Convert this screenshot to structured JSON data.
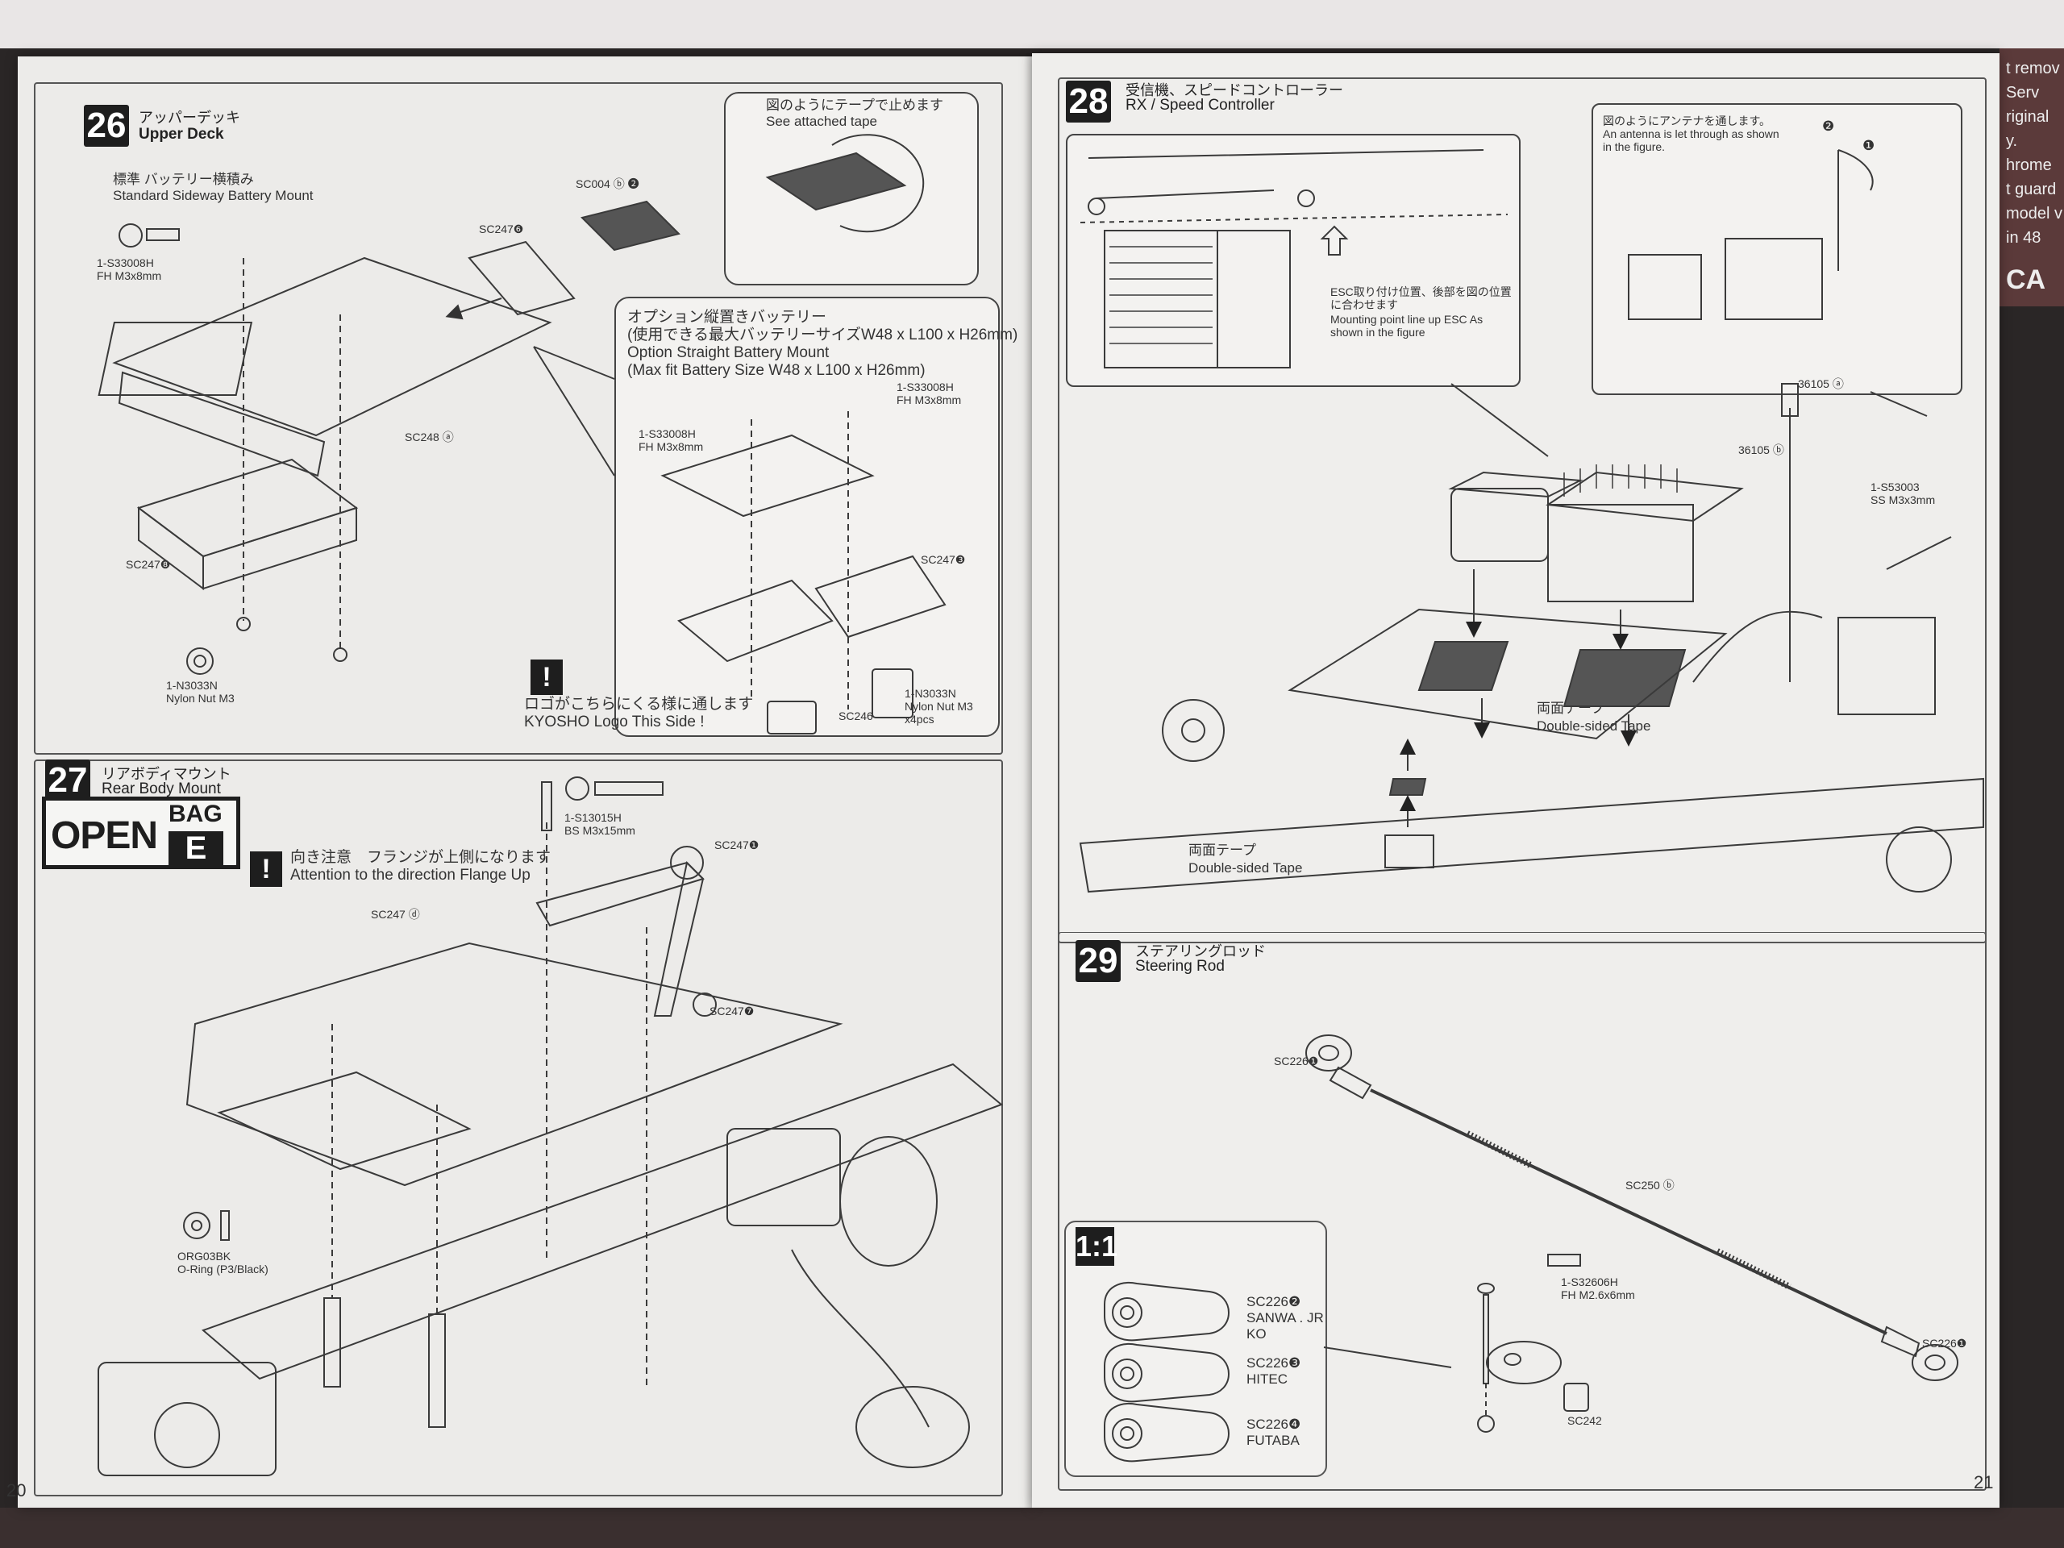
{
  "colors": {
    "ink": "#2b2b2b",
    "paper": "#ecebe9",
    "tape": "#555555",
    "black_block": "#1e1e1e"
  },
  "page_left": {
    "number": "20"
  },
  "page_right": {
    "number": "21"
  },
  "right_peek": {
    "lines": [
      "t remov",
      "Serv",
      "riginal",
      "y.",
      "hrome",
      "t guard",
      "model v",
      "in 48"
    ],
    "big": "CA"
  },
  "step26": {
    "number": "26",
    "title_jp": "アッパーデッキ",
    "title_en": "Upper Deck",
    "std_mount_jp": "標準 バッテリー横積み",
    "std_mount_en": "Standard Sideway Battery Mount",
    "tape_note_jp": "図のようにテープで止めます",
    "tape_note_en": "See attached tape",
    "option_jp_1": "オプション縦置きバッテリー",
    "option_jp_2": "(使用できる最大バッテリーサイズW48 x L100 x H26mm)",
    "option_en_1": "Option Straight Battery Mount",
    "option_en_2": "(Max fit Battery Size W48 x L100 x H26mm)",
    "logo_note_jp": "ロゴがこちらにくる様に通します",
    "logo_note_en": "KYOSHO Logo This Side !",
    "parts": {
      "screw_code": "1-S33008H",
      "screw_spec": "FH M3x8mm",
      "screw2_code": "1-S33008H",
      "screw2_spec": "FH M3x8mm",
      "screw3_code": "1-S33008H",
      "screw3_spec": "FH M3x8mm",
      "sc004": "SC004 ⓑ ❷",
      "sc247_6": "SC247❻",
      "sc248": "SC248 ⓐ",
      "sc247_8": "SC247❽",
      "sc247_3": "SC247❸",
      "nut_code": "1-N3033N",
      "nut_spec": "Nylon Nut M3",
      "nut2_code": "1-N3033N",
      "nut2_spec": "Nylon Nut M3",
      "nut2_qty": "x4pcs",
      "sc246": "SC246"
    }
  },
  "step27": {
    "number": "27",
    "title_jp": "リアボディマウント",
    "title_en": "Rear Body Mount",
    "open": "OPEN",
    "bag": "BAG",
    "bag_letter": "E",
    "note_jp": "向き注意　フランジが上側になります",
    "note_en": "Attention to the direction Flange Up",
    "parts": {
      "screw_code": "1-S13015H",
      "screw_spec": "BS M3x15mm",
      "sc247_1": "SC247❶",
      "sc247_d": "SC247 ⓓ",
      "sc247_7": "SC247❼",
      "oring_code": "ORG03BK",
      "oring_spec": "O-Ring (P3/Black)"
    }
  },
  "step28": {
    "number": "28",
    "title_jp": "受信機、スピードコントローラー",
    "title_en": "RX / Speed Controller",
    "antenna_jp": "図のようにアンテナを通します。",
    "antenna_en_1": "An antenna is let through as shown",
    "antenna_en_2": "in the figure.",
    "esc_jp_1": "ESC取り付け位置、後部を図の位置",
    "esc_jp_2": "に合わせます",
    "esc_en_1": "Mounting point line up ESC As",
    "esc_en_2": "shown in the figure",
    "tape1_jp": "両面テープ",
    "tape1_en": "Double-sided Tape",
    "tape2_jp": "両面テープ",
    "tape2_en": "Double-sided Tape",
    "parts": {
      "p36105a": "36105 ⓐ",
      "p36105b": "36105 ⓑ",
      "set_code": "1-S53003",
      "set_spec": "SS M3x3mm",
      "mark1": "❶",
      "mark2": "❷"
    }
  },
  "step29": {
    "number": "29",
    "title_jp": "ステアリングロッド",
    "title_en": "Steering Rod",
    "ratio": "1:1",
    "parts": {
      "sc226_1_top": "SC226❶",
      "sc250": "SC250 ⓑ",
      "screw_code": "1-S32606H",
      "screw_spec": "FH M2.6x6mm",
      "sc226_1_bot": "SC226❶",
      "sc242": "SC242",
      "horn_sanwa_code": "SC226❷",
      "horn_sanwa_brand_1": "SANWA . JR",
      "horn_sanwa_brand_2": "KO",
      "horn_hitec_code": "SC226❸",
      "horn_hitec_brand": "HITEC",
      "horn_futaba_code": "SC226❹",
      "horn_futaba_brand": "FUTABA"
    }
  }
}
